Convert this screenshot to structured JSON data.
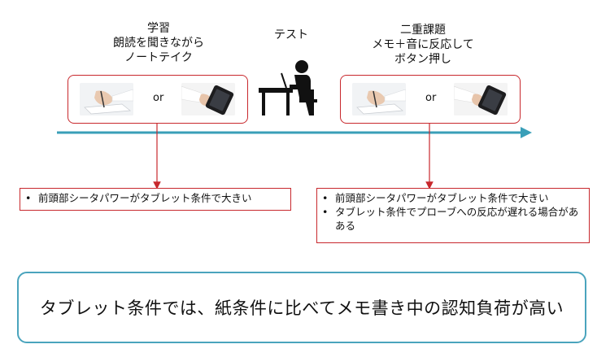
{
  "stages": [
    {
      "lines": [
        "学習",
        "朗読を聞きながら",
        "ノートテイク"
      ]
    },
    {
      "lines": [
        "テスト"
      ]
    },
    {
      "lines": [
        "二重課題",
        "メモ＋音に反応して",
        "ボタン押し"
      ]
    }
  ],
  "conditions": {
    "or_label": "or",
    "paper_icon": "hand-writing-on-paper-icon",
    "tablet_icon": "hand-writing-on-tablet-icon"
  },
  "findings": {
    "left": [
      "前頭部シータパワーがタブレット条件で大きい"
    ],
    "right": [
      "前頭部シータパワーがタブレット条件で大きい",
      "タブレット条件でプローブへの反応が遅れる場合があある"
    ]
  },
  "conclusion": "タブレット条件では、紙条件に比べてメモ書き中の認知負荷が高い",
  "colors": {
    "accent_red": "#c8282d",
    "timeline": "#3a9fb8",
    "conclusion_border": "#4aa4bd"
  }
}
